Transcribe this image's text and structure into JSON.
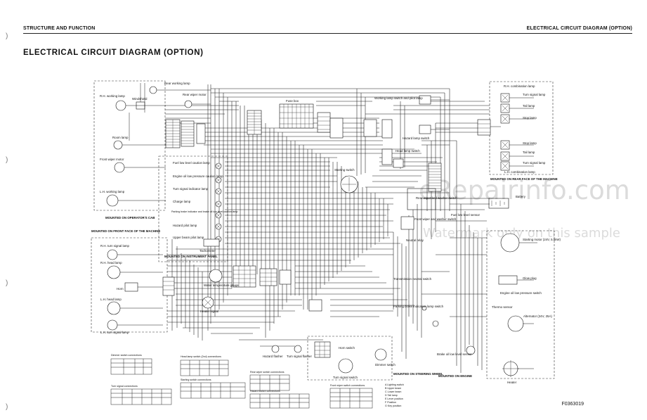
{
  "header": {
    "left": "STRUCTURE AND FUNCTION",
    "right": "ELECTRICAL CIRCUIT DIAGRAM (OPTION)"
  },
  "title": "ELECTRICAL CIRCUIT DIAGRAM (OPTION)",
  "watermark": {
    "line1": "eRepairinfo.com",
    "line2": "Watermark only on this sample"
  },
  "figure_code": "F0363019",
  "labels": {
    "rear_working_lamp": "Rear working lamp",
    "rear_wiper_motor": "Rear wiper motor",
    "rh_working_lamp": "R.H. working lamp",
    "windshield": "Windshield",
    "room_lamp": "Room lamp",
    "front_wiper_motor": "Front wiper motor",
    "lh_working_lamp": "L.H. working lamp",
    "mounted_cab": "MOUNTED ON OPERATOR'S CAB",
    "fuse_box": "Fuse box",
    "fuel_low": "Fuel low level caution lamp",
    "engine_oil": "Engine oil low pressure caution lamp",
    "turn_indicator": "Turn signal indicator lamp",
    "charge_lamp": "Charge lamp",
    "parking_brake": "Parking brake indicator and brake oil low level caution lamp",
    "hazard_pilot": "Hazard pilot lamp",
    "upper_beam": "Upper beam pilot lamp",
    "tachometer": "Tachometer",
    "water_temp": "Water temperature gauge",
    "mounted_panel": "MOUNTED ON INSTRUMENT PANEL",
    "heater_signal": "Heater signal",
    "working_lamp_switch": "Working lamp switch and pilot lamp",
    "hazard_switch": "Hazard lamp switch",
    "head_lamp_switch": "Head lamp switch",
    "starting_switch": "Starting switch",
    "mounted_front": "MOUNTED ON FRONT FACE OF THE MACHINE",
    "rh_turn": "R.H. turn signal lamp",
    "rh_head": "R.H. head lamp",
    "horn": "Horn",
    "lh_head": "L.H. head lamp",
    "lh_turn": "L.H. turn signal lamp",
    "rh_comb": "R.H. combination lamp",
    "turn_signal_lamp": "Turn signal lamp",
    "tail_lamp": "Tail lamp",
    "stop_lamp": "Stop lamp",
    "stop_lamp2": "Stop lamp",
    "tail_lamp2": "Tail lamp",
    "turn_signal_lamp2": "Turn signal lamp",
    "lh_comb": "L.H. combination lamp",
    "mounted_rear": "MOUNTED ON REAR FACE OF THE MACHINE",
    "starting_motor": "Starting motor (24V, 5.5kW)",
    "glow_plug": "Glow plug",
    "engine_oil_switch": "Engine oil low pressure switch",
    "thermo": "Thermo sensor",
    "alternator": "Alternator (24V, 25A)",
    "heater": "Heater",
    "fuel_sensor": "Fuel low level sensor",
    "battery": "Battery",
    "transmission_neutral": "Transmission neutral switch",
    "parking_brake_switch": "Parking brake indication lamp switch",
    "brake_oil_sensor": "Brake oil low level sensor",
    "mounted_engine": "MOUNTED ON ENGINE",
    "neutral_relay": "Neutral relay",
    "front_wiper_washer": "Front wiper and washer switch",
    "rear_wiper_washer": "Rear wiper and washer switch",
    "hazard_flasher": "Hazard flasher",
    "turn_flasher": "Turn signal flasher",
    "horn_switch": "Horn switch",
    "dimmer_switch": "Dimmer switch",
    "turn_signal_switch": "Turn signal switch",
    "mounted_steering": "MOUNTED ON STEERING WHEEL",
    "dimmer_conn": "Dimmer switch connections",
    "head_lamp_conn": "Head lamp switch (2nd) connections",
    "starting_conn": "Starting switch connections",
    "turn_conn": "Turn signal connections",
    "rear_wiper_conn": "Rear wiper switch connections",
    "hazard_conn": "Hazard switch connections",
    "front_wiper_conn": "Front wiper switch connections"
  },
  "legend": [
    "A  Lighting switch",
    "B  Upper beam",
    "C  Lower beam",
    "D  Tail lamp",
    "E  Lever position",
    "F  Position",
    "G  Key position"
  ]
}
